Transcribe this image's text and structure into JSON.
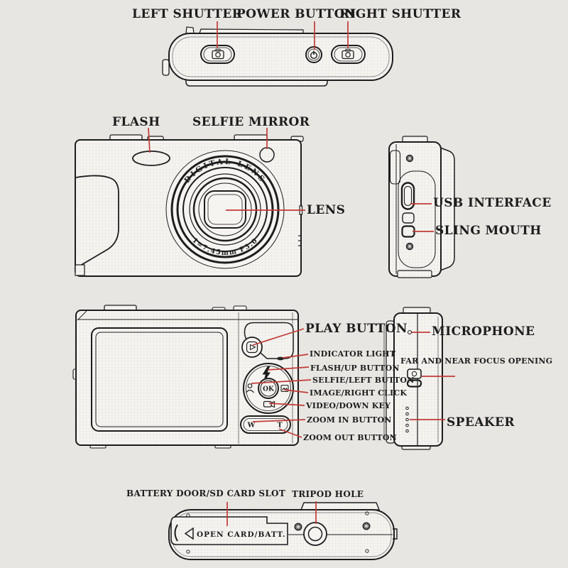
{
  "colors": {
    "background": "#e8e6e2",
    "ink": "#1d1d1d",
    "leader_line": "#c23b36",
    "surface": "#f5f4f1"
  },
  "labels": {
    "left_shutter": "LEFT SHUTTER",
    "power_button": "POWER BUTTON",
    "right_shutter": "RIGHT SHUTTER",
    "flash": "FLASH",
    "selfie_mirror": "SELFIE MIRROR",
    "lens": "LENS",
    "usb_interface": "USB INTERFACE",
    "sling_mouth": "SLING MOUTH",
    "play_button": "PLAY BUTTON",
    "indicator_light": "INDICATOR LIGHT",
    "flash_up_button": "FLASH/UP BUTTON",
    "selfie_left_button": "SELFIE/LEFT BUTTON",
    "image_right_click": "IMAGE/RIGHT CLICK",
    "video_down_key": "VIDEO/DOWN KEY",
    "zoom_in_button": "ZOOM IN BUTTON",
    "zoom_out_button": "ZOOM OUT BUTTON",
    "microphone": "MICROPHONE",
    "focus_opening": "FAR AND NEAR FOCUS OPENING",
    "speaker": "SPEAKER",
    "battery_door_sd": "BATTERY DOOR/SD CARD SLOT",
    "tripod_hole": "TRIPOD HOLE"
  },
  "engravings": {
    "lens_ring_top": "DIGITAL LENS",
    "lens_ring_bottom": "1=7.45mm F3.0",
    "ok_button": "OK",
    "zoom_wide": "W",
    "zoom_tele": "T",
    "battery_door": "OPEN CARD/BATT."
  }
}
